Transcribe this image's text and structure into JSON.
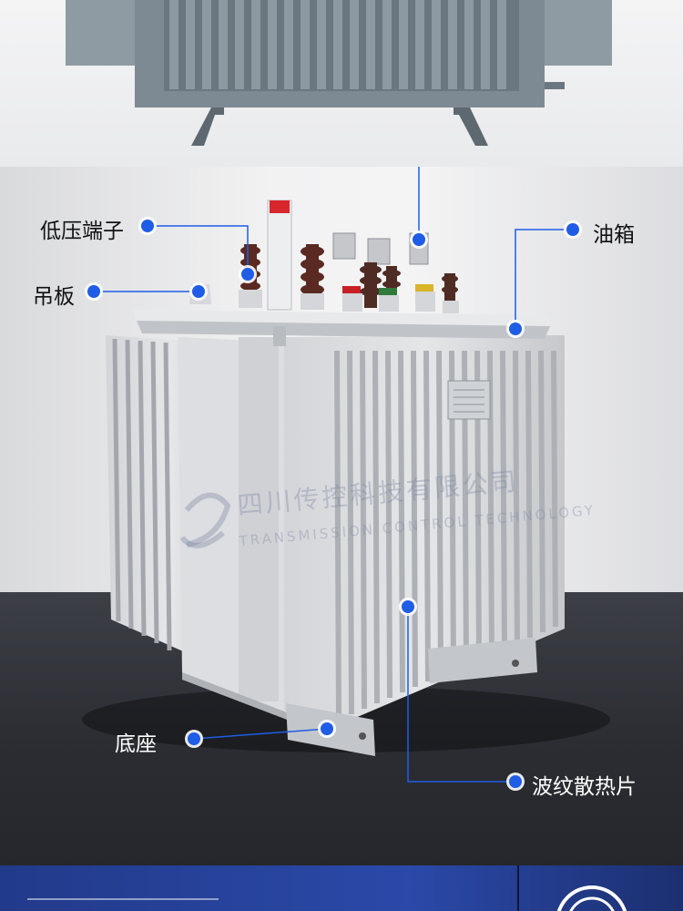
{
  "labels": {
    "low_voltage_terminal": "低压端子",
    "lifting_plate": "吊板",
    "oil_tank": "油箱",
    "base": "底座",
    "corrugated_radiator": "波纹散热片"
  },
  "watermark": {
    "company_cn": "四川传控科技有限公司",
    "company_en": "TRANSMISSION CONTROL TECHNOLOGY"
  },
  "colors": {
    "accent_blue": "#1f5de6",
    "tank_grey": "#c9cbcf",
    "dark_floor": "#2b2d33"
  }
}
